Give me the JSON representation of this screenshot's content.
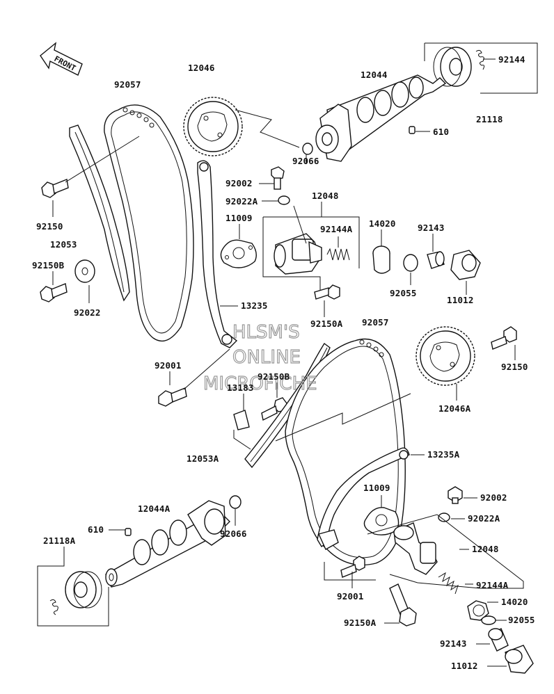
{
  "front_arrow": {
    "text": "FRONT"
  },
  "watermark": {
    "line1": "HLSM'S",
    "line2": "ONLINE",
    "line3": "MICROFICHE"
  },
  "labels": {
    "p92144_top": "92144",
    "p12044_top": "12044",
    "p21118_top": "21118",
    "p610_top": "610",
    "p12046": "12046",
    "p92057_top": "92057",
    "p92066_top": "92066",
    "p92002_top": "92002",
    "p92022A_top": "92022A",
    "p12048_top": "12048",
    "p11009_top": "11009",
    "p92144A_top": "92144A",
    "p14020_top": "14020",
    "p92143_top": "92143",
    "p92150_left": "92150",
    "p12053": "12053",
    "p92150B_left": "92150B",
    "p92022": "92022",
    "p92055_top": "92055",
    "p11012_top": "11012",
    "p13235": "13235",
    "p92150A_top": "92150A",
    "p92057_mid": "92057",
    "p92001_mid": "92001",
    "p92150B_mid": "92150B",
    "p13183": "13183",
    "p92150_right": "92150",
    "p12046A": "12046A",
    "p12053A": "12053A",
    "p13235A": "13235A",
    "p12044A": "12044A",
    "p610_bot": "610",
    "p21118A": "21118A",
    "p92066_bot": "92066",
    "p11009_bot": "11009",
    "p92002_bot": "92002",
    "p92022A_bot": "92022A",
    "p12048_bot": "12048",
    "p92144A_bot": "92144A",
    "p92001_bot": "92001",
    "p14020_bot": "14020",
    "p92150A_bot": "92150A",
    "p92055_bot": "92055",
    "p92143_bot": "92143",
    "p11012_bot": "11012"
  }
}
